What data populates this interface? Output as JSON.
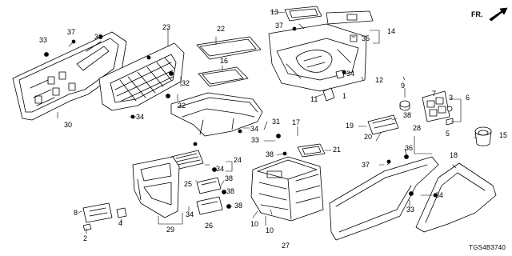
{
  "diagram_code": "TGS4B3740",
  "direction_label": "FR.",
  "callouts": [
    {
      "id": "c1",
      "text": "1"
    },
    {
      "id": "c2",
      "text": "2"
    },
    {
      "id": "c3",
      "text": "3"
    },
    {
      "id": "c4",
      "text": "4"
    },
    {
      "id": "c5",
      "text": "5"
    },
    {
      "id": "c6",
      "text": "6"
    },
    {
      "id": "c7",
      "text": "7"
    },
    {
      "id": "c8",
      "text": "8"
    },
    {
      "id": "c9",
      "text": "9"
    },
    {
      "id": "c10a",
      "text": "10"
    },
    {
      "id": "c10b",
      "text": "10"
    },
    {
      "id": "c11",
      "text": "11"
    },
    {
      "id": "c12",
      "text": "12"
    },
    {
      "id": "c13",
      "text": "13"
    },
    {
      "id": "c14",
      "text": "14"
    },
    {
      "id": "c15",
      "text": "15"
    },
    {
      "id": "c16",
      "text": "16"
    },
    {
      "id": "c17",
      "text": "17"
    },
    {
      "id": "c18",
      "text": "18"
    },
    {
      "id": "c19",
      "text": "19"
    },
    {
      "id": "c20",
      "text": "20"
    },
    {
      "id": "c21",
      "text": "21"
    },
    {
      "id": "c22",
      "text": "22"
    },
    {
      "id": "c23",
      "text": "23"
    },
    {
      "id": "c24",
      "text": "24"
    },
    {
      "id": "c25",
      "text": "25"
    },
    {
      "id": "c26",
      "text": "26"
    },
    {
      "id": "c27",
      "text": "27"
    },
    {
      "id": "c28",
      "text": "28"
    },
    {
      "id": "c29",
      "text": "29"
    },
    {
      "id": "c30",
      "text": "30"
    },
    {
      "id": "c31",
      "text": "31"
    },
    {
      "id": "c32a",
      "text": "32"
    },
    {
      "id": "c32b",
      "text": "32"
    },
    {
      "id": "c33a",
      "text": "33"
    },
    {
      "id": "c33b",
      "text": "33"
    },
    {
      "id": "c33c",
      "text": "33"
    },
    {
      "id": "c34a",
      "text": "34"
    },
    {
      "id": "c34b",
      "text": "34"
    },
    {
      "id": "c34c",
      "text": "34"
    },
    {
      "id": "c34d",
      "text": "34"
    },
    {
      "id": "c34e",
      "text": "34"
    },
    {
      "id": "c34f",
      "text": "34"
    },
    {
      "id": "c35",
      "text": "35"
    },
    {
      "id": "c36a",
      "text": "36"
    },
    {
      "id": "c36b",
      "text": "36"
    },
    {
      "id": "c37a",
      "text": "37"
    },
    {
      "id": "c37b",
      "text": "37"
    },
    {
      "id": "c37c",
      "text": "37"
    },
    {
      "id": "c38a",
      "text": "38"
    },
    {
      "id": "c38b",
      "text": "38"
    },
    {
      "id": "c38c",
      "text": "38"
    },
    {
      "id": "c38d",
      "text": "38"
    },
    {
      "id": "c38e",
      "text": "38"
    }
  ]
}
